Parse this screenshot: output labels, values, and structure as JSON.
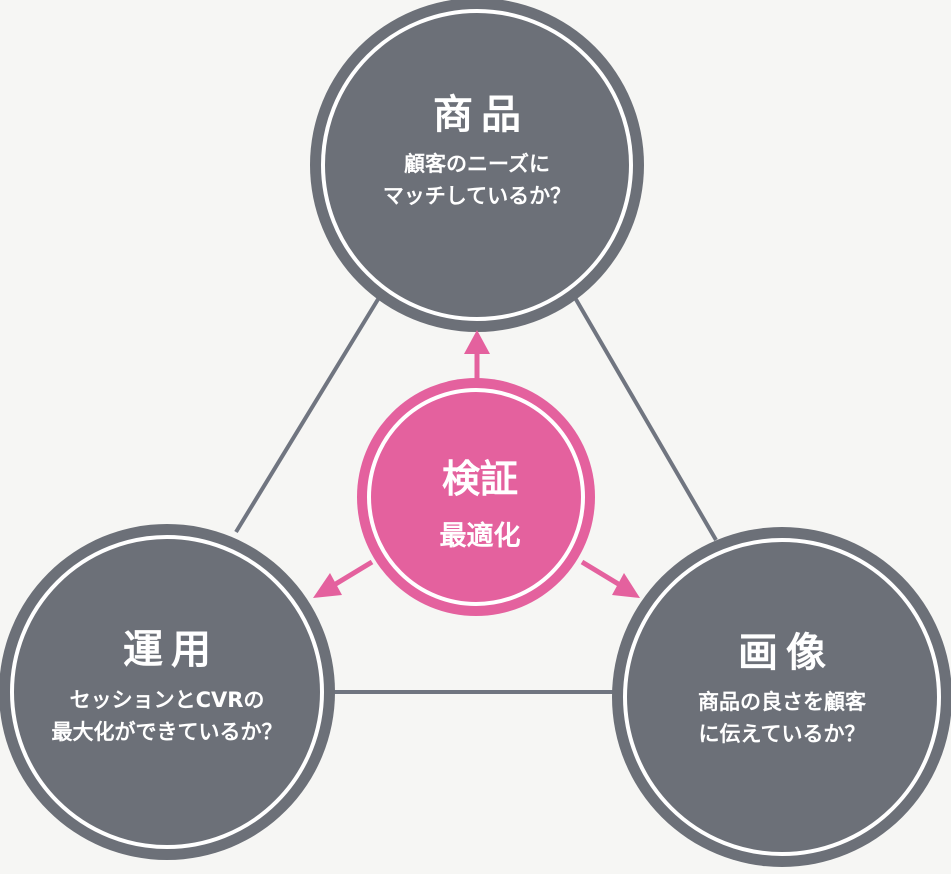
{
  "colors": {
    "gray": "#6c7078",
    "pink": "#e4619e",
    "line": "#707580",
    "background": "#f6f6f4"
  },
  "center": {
    "title": "検証",
    "subtitle": "最適化"
  },
  "nodes": [
    {
      "id": "product",
      "title": "商品",
      "lines": [
        "顧客のニーズに",
        "マッチしているか？"
      ]
    },
    {
      "id": "operation",
      "title": "運用",
      "lines": [
        "セッションとCVRの",
        "最大化ができているか？"
      ]
    },
    {
      "id": "image",
      "title": "画像",
      "lines": [
        "商品の良さを顧客",
        "に伝えているか？"
      ]
    }
  ]
}
